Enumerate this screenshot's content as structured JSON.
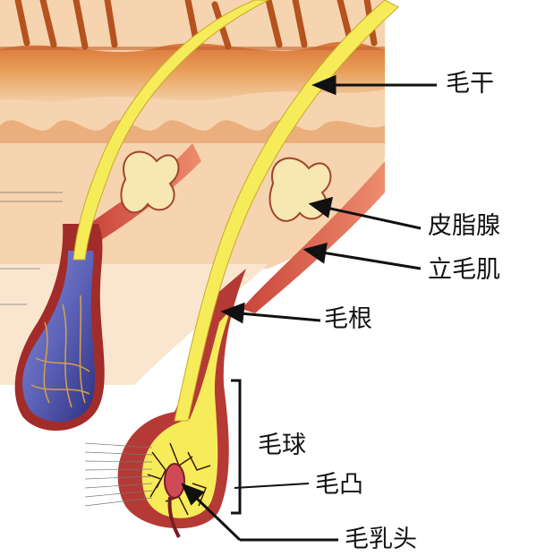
{
  "labels": {
    "hair_shaft": "毛干",
    "sebaceous_gland": "皮脂腺",
    "arrector_pili": "立毛肌",
    "hair_root": "毛根",
    "hair_bulb": "毛球",
    "bulge": "毛凸",
    "dermal_papilla": "毛乳头"
  },
  "colors": {
    "hair": "#f6ec5a",
    "dermis": "#f3cfa8",
    "epidermis": "#e0893f",
    "follicle": "#b53a35",
    "muscle": "#d9584a",
    "bulb_blue": "#5d63b8",
    "arrow": "#111111"
  }
}
